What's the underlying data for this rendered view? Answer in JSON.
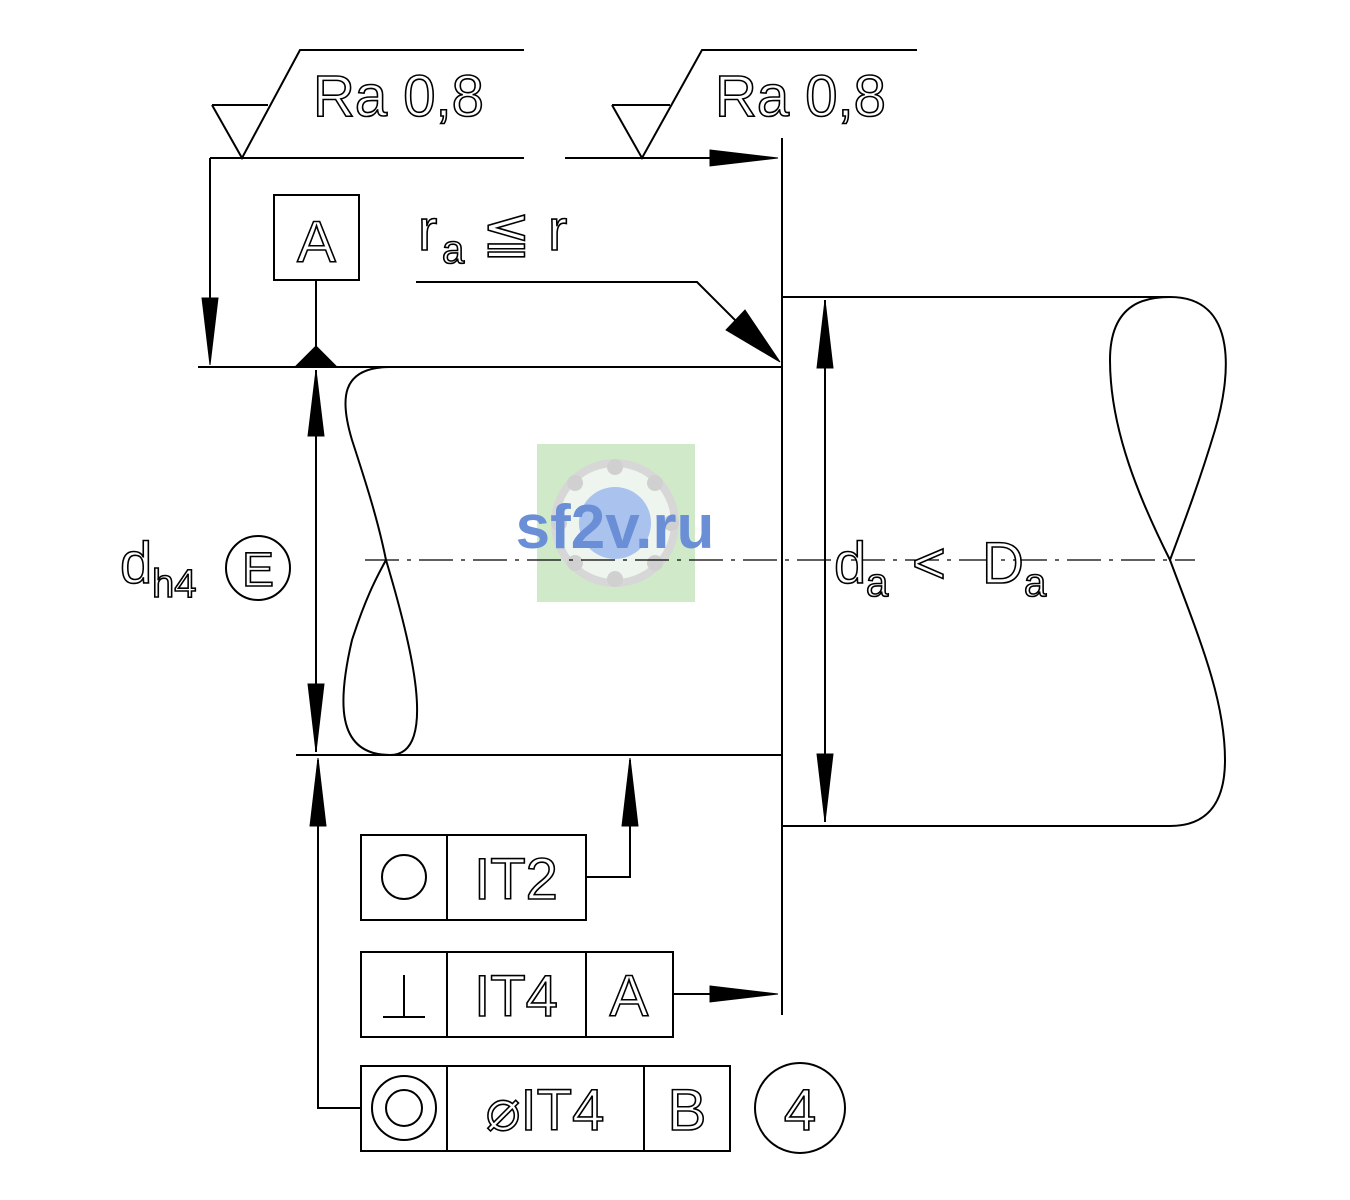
{
  "roughness": {
    "left": "Ra 0,8",
    "right": "Ra 0,8"
  },
  "datum_a": "A",
  "radius_note": {
    "r": "r",
    "sub": "a",
    "op": "≦",
    "rhs": "r"
  },
  "shaft_dim": {
    "d": "d",
    "sub": "h4",
    "envelope": "E"
  },
  "housing_dim": {
    "d": "d",
    "sub": "a",
    "op": "<",
    "D": "D",
    "Dsub": "a"
  },
  "fcf_roundness": {
    "symbol": "○",
    "tolerance": "IT2"
  },
  "fcf_perpendicularity": {
    "symbol": "⊥",
    "tolerance": "IT4",
    "datum": "A"
  },
  "fcf_coaxiality": {
    "symbol": "◎",
    "tolerance": "⌀IT4",
    "datum": "B",
    "note": "4"
  },
  "watermark": "sf2v.ru",
  "colors": {
    "line": "#000000",
    "watermark_text": "#6b8fd6",
    "watermark_bg": "#c8e6c0"
  }
}
